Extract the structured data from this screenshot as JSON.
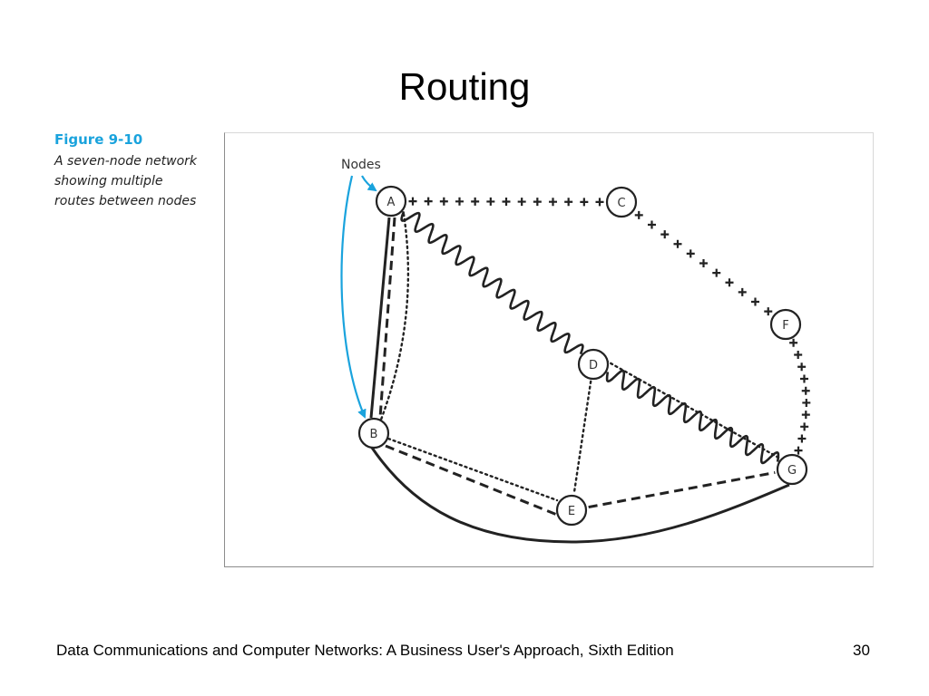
{
  "slide": {
    "title": "Routing",
    "footer": "Data Communications and Computer Networks: A Business User's Approach, Sixth Edition",
    "page_number": "30"
  },
  "figure": {
    "number": "Figure 9-10",
    "caption_lines": [
      "A seven-node network",
      "showing multiple",
      "routes between nodes"
    ],
    "callout_label": "Nodes",
    "nodes": [
      "A",
      "B",
      "C",
      "D",
      "E",
      "F",
      "G"
    ],
    "links": [
      {
        "from": "A",
        "to": "B",
        "style": "solid"
      },
      {
        "from": "A",
        "to": "B",
        "style": "dashed"
      },
      {
        "from": "A",
        "to": "B",
        "style": "dotted"
      },
      {
        "from": "A",
        "to": "C",
        "style": "plus"
      },
      {
        "from": "C",
        "to": "F",
        "style": "plus"
      },
      {
        "from": "F",
        "to": "G",
        "style": "plus"
      },
      {
        "from": "A",
        "to": "D",
        "style": "wavy"
      },
      {
        "from": "D",
        "to": "G",
        "style": "wavy"
      },
      {
        "from": "D",
        "to": "G",
        "style": "dotted"
      },
      {
        "from": "D",
        "to": "E",
        "style": "dotted"
      },
      {
        "from": "B",
        "to": "E",
        "style": "dotted"
      },
      {
        "from": "B",
        "to": "E",
        "style": "dashed"
      },
      {
        "from": "E",
        "to": "G",
        "style": "dashed"
      },
      {
        "from": "B",
        "to": "G",
        "style": "solid-curve"
      }
    ],
    "colors": {
      "accent": "#1aa3dd",
      "line": "#222222"
    }
  }
}
